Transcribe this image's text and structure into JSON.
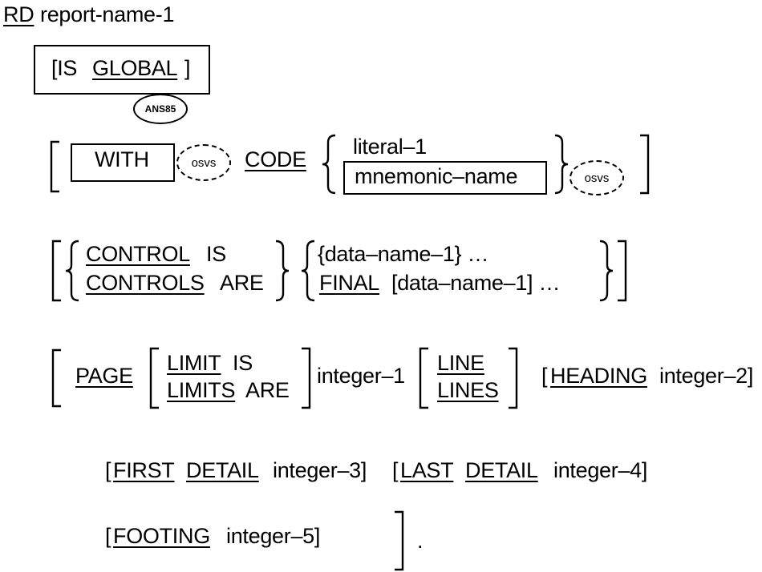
{
  "rd": {
    "keyword": "RD",
    "name": "report-name-1"
  },
  "global": {
    "open": "[IS",
    "keyword": "GLOBAL",
    "close": "]",
    "badge": "ANS85"
  },
  "code": {
    "with": "WITH",
    "osvs1": "osvs",
    "keyword": "CODE",
    "literal": "literal–1",
    "mnemonic": "mnemonic–name",
    "osvs2": "osvs"
  },
  "control": {
    "kw1": "CONTROL",
    "is": "IS",
    "kw2": "CONTROLS",
    "are": "ARE",
    "opt1": "{data–name–1}  …",
    "final": "FINAL",
    "opt2": "[data–name–1]  …"
  },
  "page": {
    "keyword": "PAGE",
    "limit": "LIMIT",
    "is": "IS",
    "limits": "LIMITS",
    "are": "ARE",
    "integer1": "integer–1",
    "line": "LINE",
    "lines": "LINES",
    "heading_open": "[",
    "heading": "HEADING",
    "heading_val": "integer–2]"
  },
  "detail": {
    "open1": "[",
    "first": "FIRST",
    "detail1": "DETAIL",
    "val1": "integer–3]",
    "open2": "[",
    "last": "LAST",
    "detail2": "DETAIL",
    "val2": "integer–4]"
  },
  "footing": {
    "open": "[",
    "keyword": "FOOTING",
    "val": "integer–5]",
    "period": "."
  }
}
